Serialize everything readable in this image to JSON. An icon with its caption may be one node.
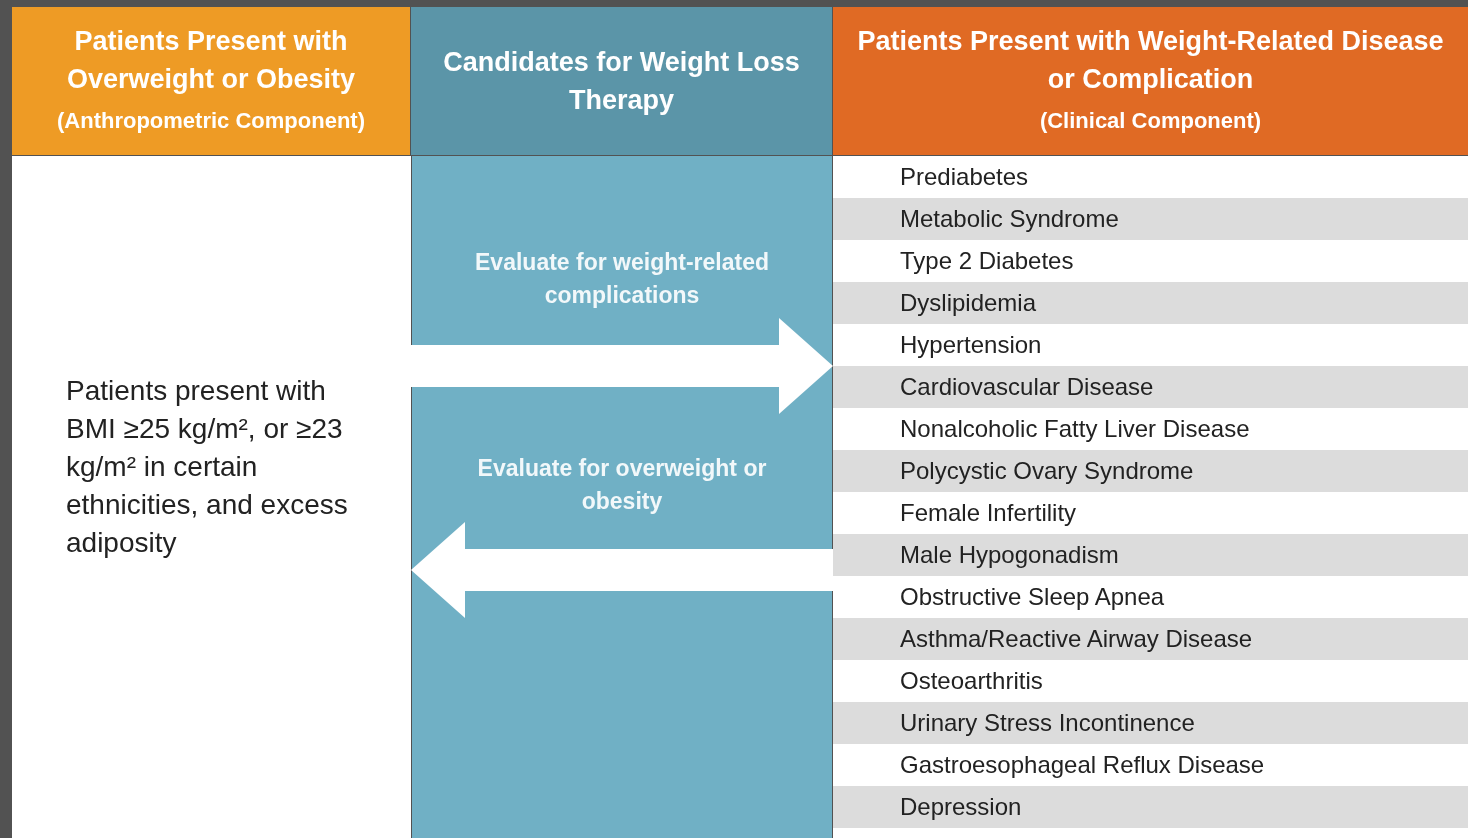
{
  "diagram": {
    "nodes": [
      {
        "text": [
          "Patients Present with Overweight or Obesity",
          "(Anthropometric Component)"
        ]
      },
      {
        "text": [
          "Candidates for Weight Loss Therapy"
        ]
      },
      {
        "text": [
          "Patients Present with Weight-Related Disease or Complication",
          "(Clinical Component)"
        ]
      },
      {
        "text": [
          "Patients present with BMI ≥25 kg/m², or ≥23 kg/m² in certain ethnicities, and excess adiposity"
        ]
      },
      {
        "text": [],
        "shape": "box"
      },
      {
        "text": [
          "Prediabetes"
        ],
        "in": 4
      },
      {
        "text": [
          "Metabolic Syndrome"
        ],
        "in": 4
      },
      {
        "text": [
          "Type 2 Diabetes"
        ],
        "in": 4
      },
      {
        "text": [
          "Dyslipidemia"
        ],
        "in": 4
      },
      {
        "text": [
          "Hypertension"
        ],
        "in": 4
      },
      {
        "text": [
          "Cardiovascular Disease"
        ],
        "in": 4
      },
      {
        "text": [
          "Nonalcoholic Fatty Liver Disease"
        ],
        "in": 4
      },
      {
        "text": [
          "Polycystic Ovary Syndrome"
        ],
        "in": 4
      },
      {
        "text": [
          "Female Infertility"
        ],
        "in": 4
      },
      {
        "text": [
          "Male Hypogonadism"
        ],
        "in": 4
      },
      {
        "text": [
          "Obstructive Sleep Apnea"
        ],
        "in": 4
      },
      {
        "text": [
          "Asthma/Reactive Airway Disease"
        ],
        "in": 4
      },
      {
        "text": [
          "Osteoarthritis"
        ],
        "in": 4
      },
      {
        "text": [
          "Urinary Stress Incontinence"
        ],
        "in": 4
      },
      {
        "text": [
          "Gastroesophageal Reflux Disease"
        ],
        "in": 4
      },
      {
        "text": [
          "Depression"
        ],
        "in": 4
      }
    ],
    "edges": [
      {
        "from": 3,
        "to": 4,
        "arrow": "to",
        "label": "Evaluate for weight-related complications"
      },
      {
        "from": 4,
        "to": 3,
        "arrow": "to",
        "label": "Evaluate for overweight or obesity"
      }
    ]
  }
}
